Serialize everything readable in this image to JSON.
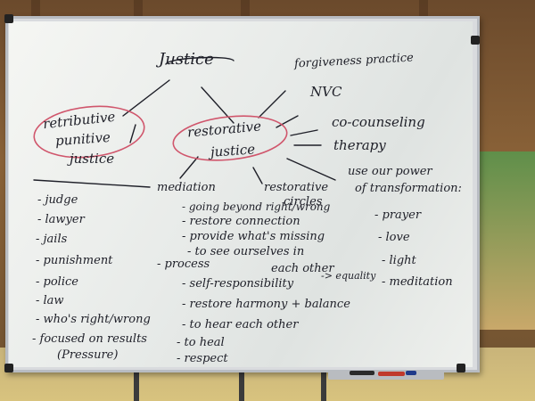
{
  "board": {
    "title": "Justice",
    "retributive": [
      "retributive",
      "punitive",
      "justice"
    ],
    "retributive_list": [
      "- judge",
      "- lawyer",
      "- jails",
      "- punishment",
      "- police",
      "- law",
      "- who's right/wrong",
      "- focused on results",
      "(Pressure)"
    ],
    "restorative": [
      "restorative",
      "justice"
    ],
    "branches": [
      "forgiveness practice",
      "NVC",
      "co-counseling",
      "therapy"
    ],
    "power": [
      "use our power",
      "of transformation:"
    ],
    "power_list": [
      "- prayer",
      "- love",
      "- light",
      "- meditation"
    ],
    "mediation": "mediation",
    "circles": [
      "restorative",
      "circles"
    ],
    "process_list": [
      "- going beyond right/wrong",
      "- restore connection",
      "- provide what's missing",
      "- to see ourselves in",
      "each other",
      "-> equality",
      "- process",
      "- self-responsibility",
      "- restore harmony + balance",
      "- to hear each other",
      "- to heal",
      "- respect"
    ]
  },
  "colors": {
    "ink": "#1e1f28",
    "circle_ink": "#d0566c",
    "board": "#eef0ed",
    "frame": "#b8bcc2",
    "wood": "#7a5532"
  }
}
